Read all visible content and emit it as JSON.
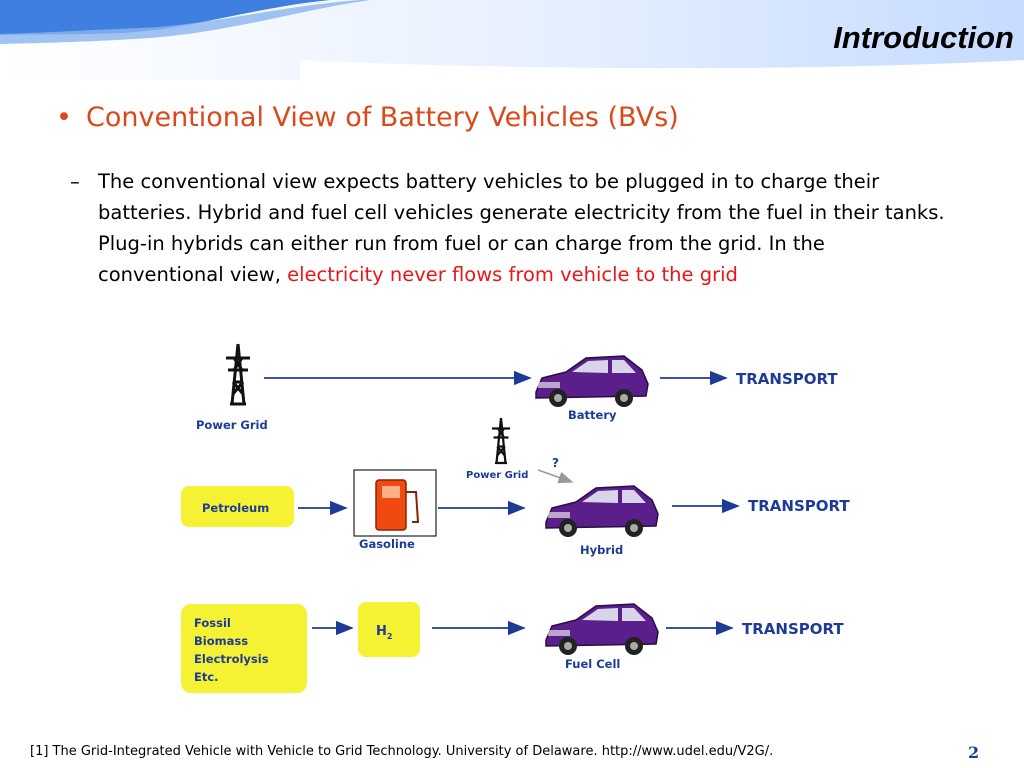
{
  "slide": {
    "title": "Introduction",
    "bullet": "Conventional View of Battery Vehicles (BVs)",
    "bullet_marker": "•",
    "dash_marker": "–",
    "body_text": "The conventional view expects battery vehicles to be plugged in to charge their batteries. Hybrid and fuel cell vehicles generate electricity from the fuel in their tanks. Plug-in hybrids can either run from fuel or can charge from the grid. In the conventional view, ",
    "body_highlight": "electricity never flows from vehicle to the grid",
    "footnote": "[1] The Grid-Integrated Vehicle with Vehicle to Grid Technology. University of Delaware. http://www.udel.edu/V2G/.",
    "page_number": "2"
  },
  "diagram": {
    "power_grid": "Power Grid",
    "power_grid_small": "Power Grid",
    "question_mark": "?",
    "battery": "Battery",
    "transport": "TRANSPORT",
    "petroleum": "Petroleum",
    "gasoline": "Gasoline",
    "hybrid": "Hybrid",
    "h2": "H",
    "h2_sub": "2",
    "fuel_cell": "Fuel Cell",
    "sources": [
      "Fossil",
      "Biomass",
      "Electrolysis",
      "Etc."
    ]
  },
  "colors": {
    "title_bar_blue": "#2f6fd1",
    "bullet_orange": "#d84a1b",
    "highlight_red": "#e8161b",
    "diagram_blue": "#1d3b96",
    "box_yellow": "#f5f233",
    "car_purple": "#5a1f8a"
  }
}
